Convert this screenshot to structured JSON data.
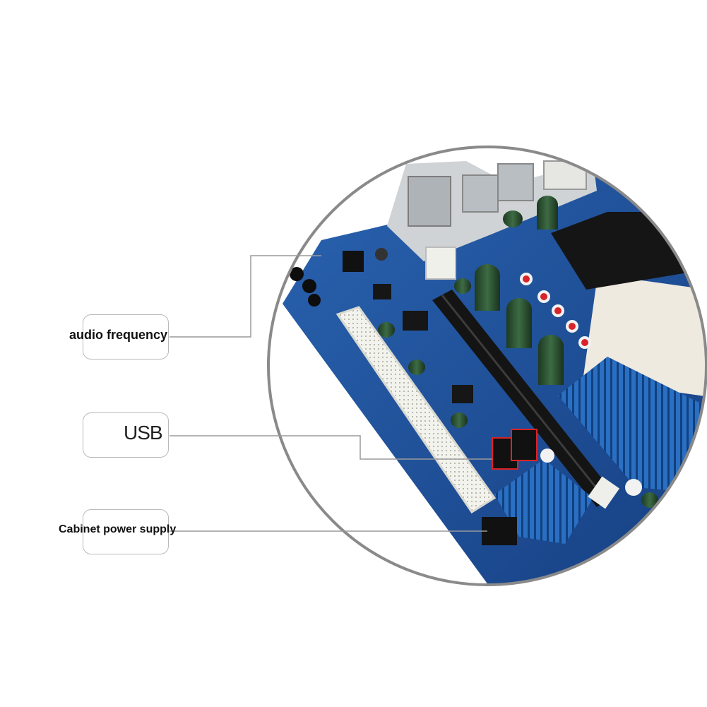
{
  "callouts": {
    "audio": {
      "label": "audio frequency"
    },
    "usb": {
      "label": "USB"
    },
    "power": {
      "label": "Cabinet power supply"
    }
  },
  "colors": {
    "pcb": "#1d4f98",
    "pcb_dark": "#123a78",
    "heatsink": "#2a74c8",
    "lens_ring": "#8a8a8a",
    "callout_line": "#9a9a9a",
    "slot_white": "#eeeeea",
    "slot_black": "#141414"
  },
  "icons": {
    "motherboard": "motherboard-closeup",
    "magnifier": "magnifier-lens"
  }
}
